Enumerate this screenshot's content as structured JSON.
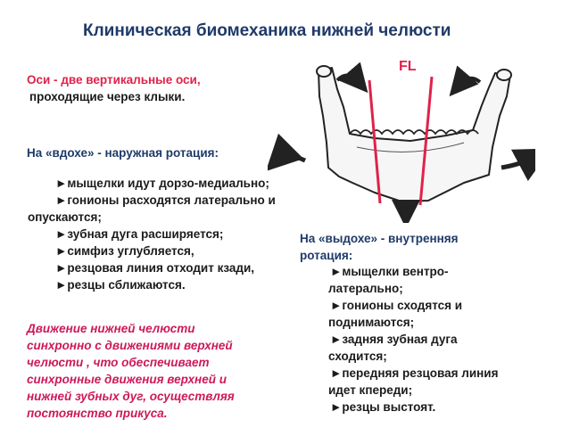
{
  "title": "Клиническая биомеханика нижней челюсти",
  "axes": {
    "prefix": "Оси -",
    "line1": " две вертикальные оси,",
    "line2": "проходящие через клыки."
  },
  "inhale": {
    "heading": "На «вдохе» - наружная ротация:",
    "items": [
      "►мыщелки идут дорзо-медиально;",
      "►гонионы расходятся латерально и",
      "опускаются;",
      "►зубная дуга расширяется;",
      "►симфиз углубляется,",
      "►резцовая линия отходит кзади,",
      "►резцы сближаются."
    ]
  },
  "exhale": {
    "heading_line1": "На «выдохе» - внутренняя",
    "heading_line2": "ротация:",
    "items": [
      "►мыщелки вентро-",
      "латерально;",
      "►гонионы сходятся и",
      "поднимаются;",
      "►задняя зубная дуга",
      "сходится;",
      "►передняя резцовая линия",
      "идет кпереди;",
      "►резцы выстоят."
    ]
  },
  "note": [
    "Движение нижней челюсти",
    "синхронно с движениями верхней",
    "челюсти , что обеспечивает",
    "синхронные движения верхней и",
    "нижней зубных дуг, осуществляя",
    "постоянство прикуса."
  ],
  "diagram": {
    "fl_label": "FL",
    "icons": [
      "mandible-illustration",
      "curved-arrow-icon",
      "down-arrow-icon"
    ]
  },
  "colors": {
    "title": "#1f3a68",
    "accent_red": "#e0224a",
    "note_magenta": "#cc1a5a",
    "text": "#1b1b1b"
  }
}
